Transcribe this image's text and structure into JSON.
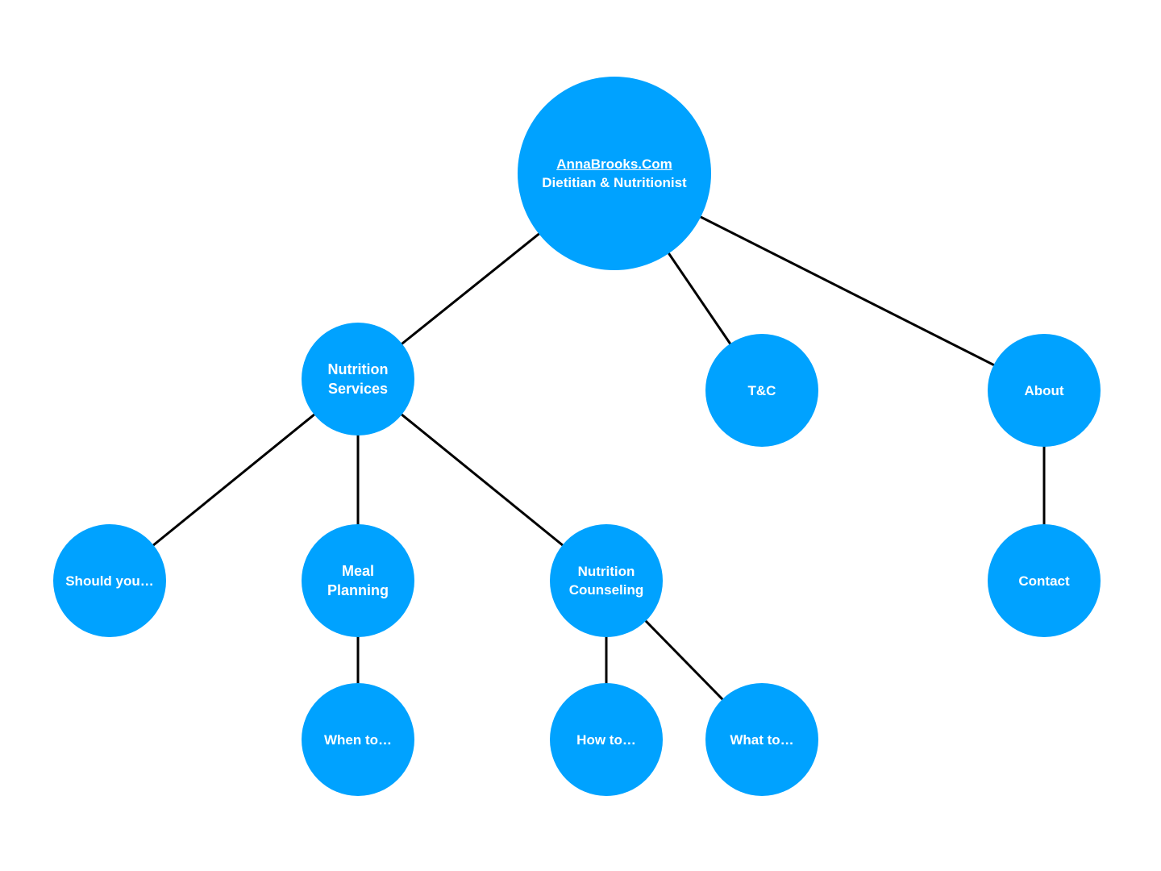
{
  "colors": {
    "node_fill": "#00a2ff",
    "node_text": "#ffffff",
    "edge": "#000000",
    "background": "#ffffff"
  },
  "nodes": {
    "root": {
      "line1": "AnnaBrooks.Com",
      "line2": "Dietitian & Nutritionist"
    },
    "services": {
      "line1": "Nutrition",
      "line2": "Services"
    },
    "tc": {
      "line1": "T&C"
    },
    "about": {
      "line1": "About"
    },
    "should": {
      "line1": "Should you…"
    },
    "meal": {
      "line1": "Meal",
      "line2": "Planning"
    },
    "counsel": {
      "line1": "Nutrition",
      "line2": "Counseling"
    },
    "contact": {
      "line1": "Contact"
    },
    "when": {
      "line1": "When to…"
    },
    "how": {
      "line1": "How to…"
    },
    "what": {
      "line1": "What to…"
    }
  },
  "edges": [
    [
      "root",
      "services"
    ],
    [
      "root",
      "tc"
    ],
    [
      "root",
      "about"
    ],
    [
      "services",
      "should"
    ],
    [
      "services",
      "meal"
    ],
    [
      "services",
      "counsel"
    ],
    [
      "meal",
      "when"
    ],
    [
      "counsel",
      "how"
    ],
    [
      "counsel",
      "what"
    ],
    [
      "about",
      "contact"
    ]
  ]
}
